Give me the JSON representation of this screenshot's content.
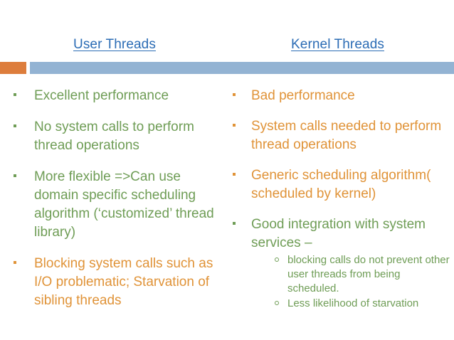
{
  "slide": {
    "background_color": "#ffffff",
    "accent_bar": {
      "chip_color": "#dd7d3c",
      "rail_color": "#93b3d3"
    },
    "colors": {
      "title": "#2b6cb5",
      "green": "#6f9d56",
      "orange": "#e09338"
    }
  },
  "headings": {
    "left": "User Threads",
    "right": "Kernel Threads"
  },
  "left_column": {
    "bullets": [
      {
        "text": "Excellent performance",
        "color": "green"
      },
      {
        "text": "No system calls to perform thread operations",
        "color": "green"
      },
      {
        "text": "More flexible =>Can use domain specific scheduling algorithm (‘customized’ thread library)",
        "color": "green"
      },
      {
        "text": "Blocking system calls such as I/O problematic; Starvation of sibling threads",
        "color": "orange"
      }
    ]
  },
  "right_column": {
    "bullets": [
      {
        "text": "Bad performance",
        "color": "orange"
      },
      {
        "text": "System calls needed to perform thread operations",
        "color": "orange"
      },
      {
        "text": "Generic scheduling algorithm( scheduled by kernel)",
        "color": "orange"
      },
      {
        "text": "Good integration with system services –",
        "color": "green",
        "sub": [
          "blocking calls do not prevent other user threads from being scheduled.",
          "Less likelihood of starvation"
        ]
      }
    ]
  }
}
